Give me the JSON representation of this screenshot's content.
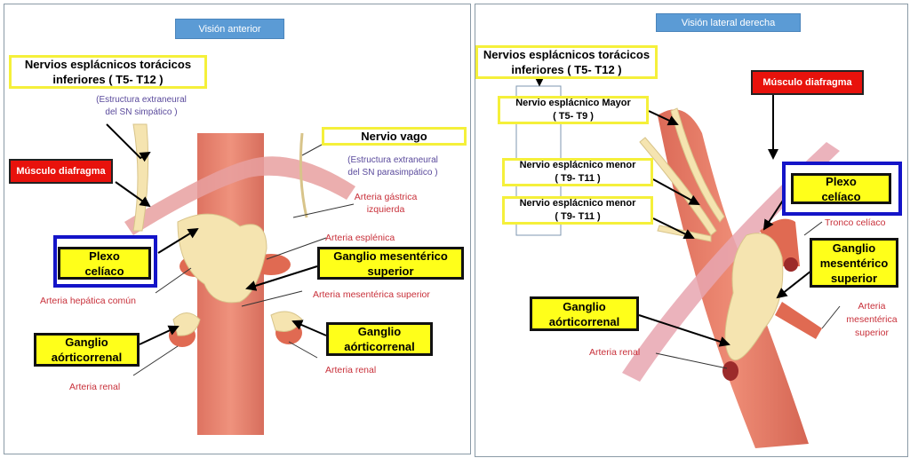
{
  "left_panel": {
    "view_label": "Visión anterior",
    "thoracic_nerves": [
      "Nervios esplácnicos torácicos",
      "inferiores (  T5- T12 )"
    ],
    "sympathetic_note": [
      "(Estructura  extraneural",
      "del  SN  simpático )"
    ],
    "vagus": "Nervio vago",
    "parasympathetic_note": [
      "(Estructura  extraneural",
      "del  SN  parasimpático )"
    ],
    "diaphragm": "Músculo diafragma",
    "left_gastric": [
      "Arteria gástrica",
      "izquierda"
    ],
    "celiac_plexus": [
      "Plexo",
      "celíaco"
    ],
    "splenic": "Arteria esplénica",
    "sup_mesenteric_ganglion": [
      "Ganglio mesentérico",
      "superior"
    ],
    "common_hepatic": "Arteria hepática común",
    "sup_mesenteric_artery": "Arteria mesentérica superior",
    "aorticorenal_left": [
      "Ganglio",
      "aórticorrenal"
    ],
    "aorticorenal_right": [
      "Ganglio",
      "aórticorrenal"
    ],
    "renal_right": "Arteria renal",
    "renal_left": "Arteria renal"
  },
  "right_panel": {
    "view_label": "Visión lateral derecha",
    "thoracic_nerves": [
      "Nervios esplácnicos torácicos",
      "inferiores (  T5- T12 )"
    ],
    "greater": [
      "Nervio esplácnico Mayor",
      "(  T5- T9 )"
    ],
    "lesser1": [
      "Nervio esplácnico menor",
      "(  T9- T11 )"
    ],
    "lesser2": [
      "Nervio esplácnico menor",
      "(  T9- T11 )"
    ],
    "diaphragm": "Músculo diafragma",
    "celiac_plexus": [
      "Plexo",
      "celíaco"
    ],
    "celiac_trunk": "Tronco celíaco",
    "sup_mesenteric_ganglion": [
      "Ganglio",
      "mesentérico",
      "superior"
    ],
    "sup_mesenteric_artery": [
      "Arteria",
      "mesentérica",
      "superior"
    ],
    "aorticorenal": [
      "Ganglio",
      "aórticorrenal"
    ],
    "renal": "Arteria renal"
  },
  "colors": {
    "nerve_label_border": "#f5f03a",
    "celiac_border": "#1414c8",
    "highlight": "#ffff1a",
    "artery_text": "#c8303a",
    "diaphragm_label": "#e8120c"
  }
}
